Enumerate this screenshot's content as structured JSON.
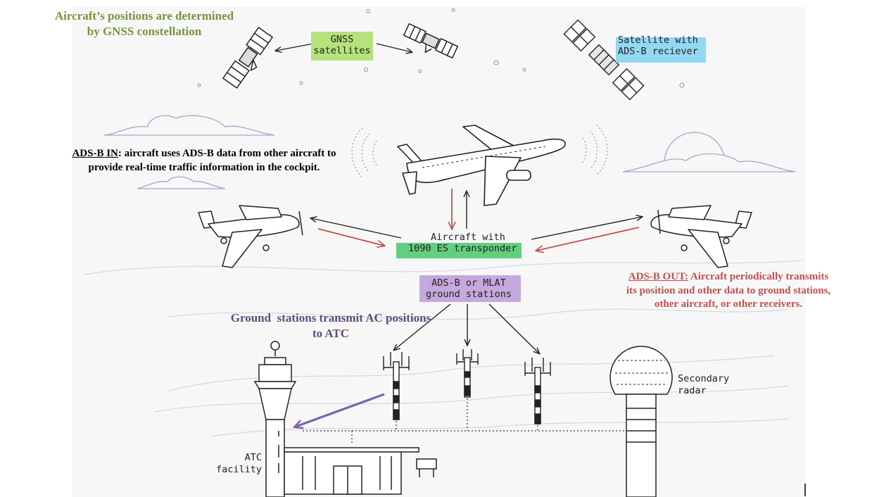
{
  "colors": {
    "gnss_green_text": "#77933c",
    "gnss_highlight": "#b5e27a",
    "sat_highlight": "#92d8f3",
    "transponder_highlight": "#62cf7e",
    "ground_highlight": "#c5a8dc",
    "ground_text": "#604a7b",
    "ads_out_red": "#c0504d",
    "arrow_red": "#c0504d",
    "arrow_dark": "#222222",
    "arrow_purple": "#7e63ad"
  },
  "annotations": {
    "gnss_note_line1": "Aircraft’s positions are determined",
    "gnss_note_line2": "by GNSS constellation",
    "ads_b_in_label": "ADS-B IN",
    "ads_b_in_line1": ": aircraft uses ADS-B data from other aircraft to",
    "ads_b_in_line2": "provide real-time traffic information in the cockpit.",
    "ads_b_out_label": "ADS-B OUT:",
    "ads_b_out_line1": " Aircraft periodically transmits",
    "ads_b_out_line2": "its position and other data to ground stations,",
    "ads_b_out_line3": "other aircraft, or other receivers.",
    "ground_note_line1": "Ground  stations transmit AC positions",
    "ground_note_line2": "to ATC"
  },
  "labels": {
    "gnss_line1": "GNSS",
    "gnss_line2": "satellites",
    "sat_line1": "Satellite with",
    "sat_line2": "ADS-B reciever",
    "aircraft_line1": "Aircraft with",
    "aircraft_line2": "1090 ES transponder",
    "ground_line1": "ADS-B or MLAT",
    "ground_line2": "ground stations",
    "radar_line1": "Secondary",
    "radar_line2": "radar",
    "atc_line1": "ATC",
    "atc_line2": "facility"
  },
  "icons": [
    "gnss-satellite-icon",
    "adsb-satellite-icon",
    "airliner-icon",
    "light-aircraft-icon",
    "cloud-icon",
    "sun-icon",
    "ground-station-tower-icon",
    "atc-tower-icon",
    "radar-dome-icon",
    "building-icon"
  ]
}
